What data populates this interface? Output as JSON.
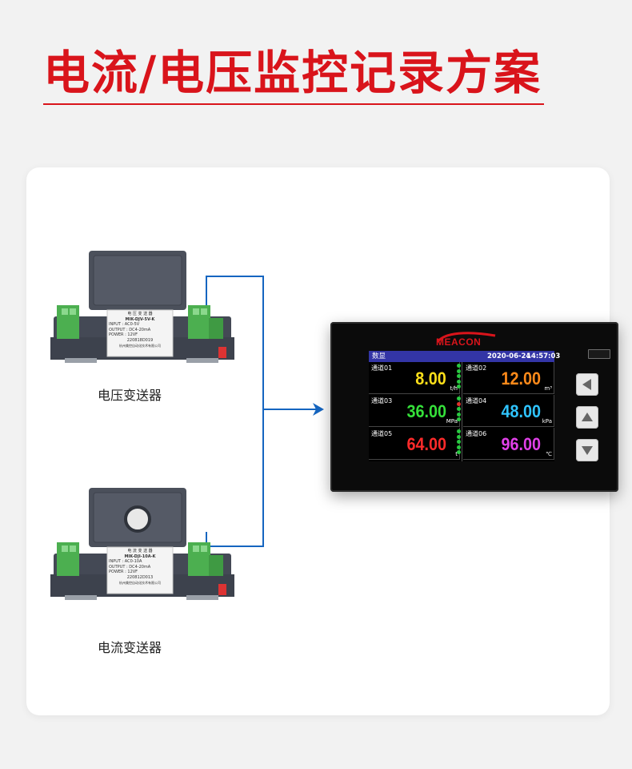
{
  "page": {
    "title": "电流/电压监控记录方案"
  },
  "devices": {
    "voltage": {
      "label": "电压变送器",
      "plate": {
        "name": "电 压 变 送 器",
        "model": "MIK-DJV-5V-K",
        "lines": [
          "INPUT : AC0-5V",
          "OUTPUT : DC4-20mA",
          "POWER : 12VF"
        ],
        "serial": "220818D019",
        "maker": "杭州美控自动化技术有限公司"
      }
    },
    "current": {
      "label": "电流变送器",
      "plate": {
        "name": "电 流 变 送 器",
        "model": "MIK-DJI-10A-K",
        "lines": [
          "INPUT : AC0-10A",
          "OUTPUT : DC4-20mA",
          "POWER : 12VF"
        ],
        "serial": "220812D013",
        "maker": "杭州美控自动化技术有限公司"
      }
    }
  },
  "recorder": {
    "brand": "MEACON",
    "screen": {
      "title": "数显",
      "date": "2020-06-24",
      "time": "14:57:03",
      "channels": [
        {
          "name": "通道01",
          "value": "8.00",
          "unit": "t/h",
          "color": "#ffe01a"
        },
        {
          "name": "通道02",
          "value": "12.00",
          "unit": "m³",
          "color": "#ff8a1a"
        },
        {
          "name": "通道03",
          "value": "36.00",
          "unit": "MPa",
          "color": "#35e03a"
        },
        {
          "name": "通道04",
          "value": "48.00",
          "unit": "kPa",
          "color": "#2fc4ff"
        },
        {
          "name": "通道05",
          "value": "64.00",
          "unit": "t",
          "color": "#ff2a2a"
        },
        {
          "name": "通道06",
          "value": "96.00",
          "unit": "℃",
          "color": "#e040e8"
        }
      ]
    },
    "buttons": [
      "left-arrow-icon",
      "up-arrow-icon",
      "down-arrow-icon"
    ]
  },
  "colors": {
    "accent": "#d9141b",
    "connector": "#1565c0",
    "module_body": "#4a4f5a",
    "terminal": "#4caf50"
  }
}
